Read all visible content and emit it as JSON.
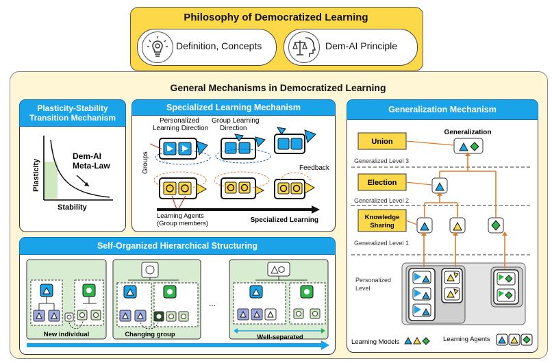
{
  "philosophy": {
    "title": "Philosophy of Democratized Learning",
    "item1": "Definition, Concepts",
    "item2": "Dem-AI Principle"
  },
  "general": {
    "title": "General Mechanisms in Democratized Learning"
  },
  "plasticity": {
    "title_line1": "Plasticity-Stability",
    "title_line2": "Transition Mechanism",
    "law_line1": "Dem-AI",
    "law_line2": "Meta-Law",
    "ylabel": "Plasticity",
    "xlabel": "Stability"
  },
  "specialized": {
    "title": "Specialized Learning Mechanism",
    "personalized_line1": "Personalized",
    "personalized_line2": "Learning Direction",
    "group_line1": "Group Learning",
    "group_line2": "Direction",
    "groups_label": "Groups",
    "feedback_label": "Feedback",
    "agents_line1": "Learning Agents",
    "agents_line2": "(Group members)",
    "arrow_label": "Specialized Learning"
  },
  "generalization": {
    "title": "Generalization Mechanism",
    "top_label": "Generalization",
    "union": "Union",
    "election": "Election",
    "knowledge_line1": "Knowledge",
    "knowledge_line2": "Sharing",
    "level3": "Generalized Level 3",
    "level2": "Generalized Level 2",
    "level1": "Generalized Level 1",
    "personalized_line1": "Personalized",
    "personalized_line2": "Level",
    "legend_models": "Learning Models",
    "legend_agents": "Learning Agents"
  },
  "hierarchical": {
    "title": "Self-Organized Hierarchical Structuring",
    "stage1": "New individual",
    "stage2": "Changing group",
    "ellipsis": "...",
    "stage3": "Well-separated"
  },
  "colors": {
    "blue": "#1aa3e8",
    "yellow": "#fdd94a",
    "green": "#2db34a",
    "orange": "#e07b2a",
    "panel_bg": "#fff6d5"
  }
}
